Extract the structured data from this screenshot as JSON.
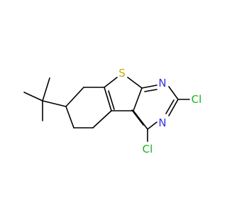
{
  "molecule": {
    "atoms": {
      "sulfur": {
        "label": "S",
        "color": "#C8A800"
      },
      "n1": {
        "label": "N",
        "color": "#3333E6"
      },
      "n2": {
        "label": "N",
        "color": "#3333E6"
      },
      "cl_right": {
        "label": "Cl",
        "color": "#19B319"
      },
      "cl_bottom": {
        "label": "Cl",
        "color": "#19B319"
      }
    },
    "bond_color": "#000000",
    "background": "#FFFFFF"
  }
}
